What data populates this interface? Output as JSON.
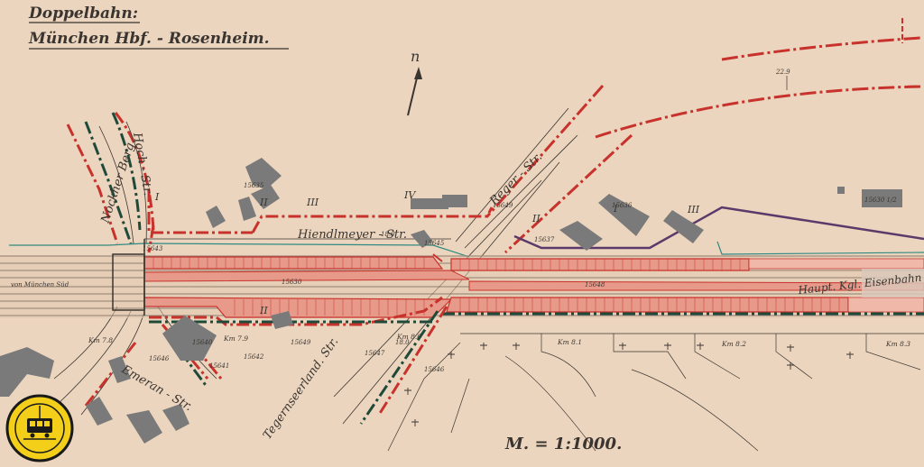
{
  "title": {
    "line1": "Doppelbahn:",
    "line2": "München Hbf. - Rosenheim."
  },
  "north_symbol": "n",
  "scale": "M. = 1:1000.",
  "streets": {
    "nockher_berg": "Nockher Berg",
    "hoch_str": "Hoch - Str.",
    "hiendlmeyer_str": "Hiendlmeyer - Str.",
    "reger_str": "Reger - Str.",
    "tegernseerland_str": "Tegernseerland. Str.",
    "emeran_str": "Emeran - Str."
  },
  "track_labels": {
    "from_munich": "von München Süd",
    "state_railway": "Haupt. Kgl. Eisenbahn"
  },
  "km_marks": [
    "Km 7.8",
    "Km 7.9",
    "Km 8.0",
    "Km 8.1",
    "Km 8.2",
    "Km 8.3"
  ],
  "roman_numerals": [
    "I",
    "II",
    "III",
    "IV",
    "II",
    "I",
    "III",
    "II"
  ],
  "parcels": [
    "15640",
    "15641",
    "15642",
    "15643",
    "15646",
    "15649",
    "15635",
    "15630",
    "15637",
    "15636",
    "15630 1/2",
    "15645",
    "15646",
    "15647",
    "15648",
    "15649"
  ],
  "heights": [
    "22.9",
    "18.0",
    "18.0"
  ],
  "colors": {
    "paper": "#efd9c3",
    "ink": "#3a3530",
    "red_line": "#c8322c",
    "green_line": "#1f4a3a",
    "platform_fill": "#e89a8a",
    "purple_line": "#5a3a6a",
    "building": "#7a7a7a"
  }
}
